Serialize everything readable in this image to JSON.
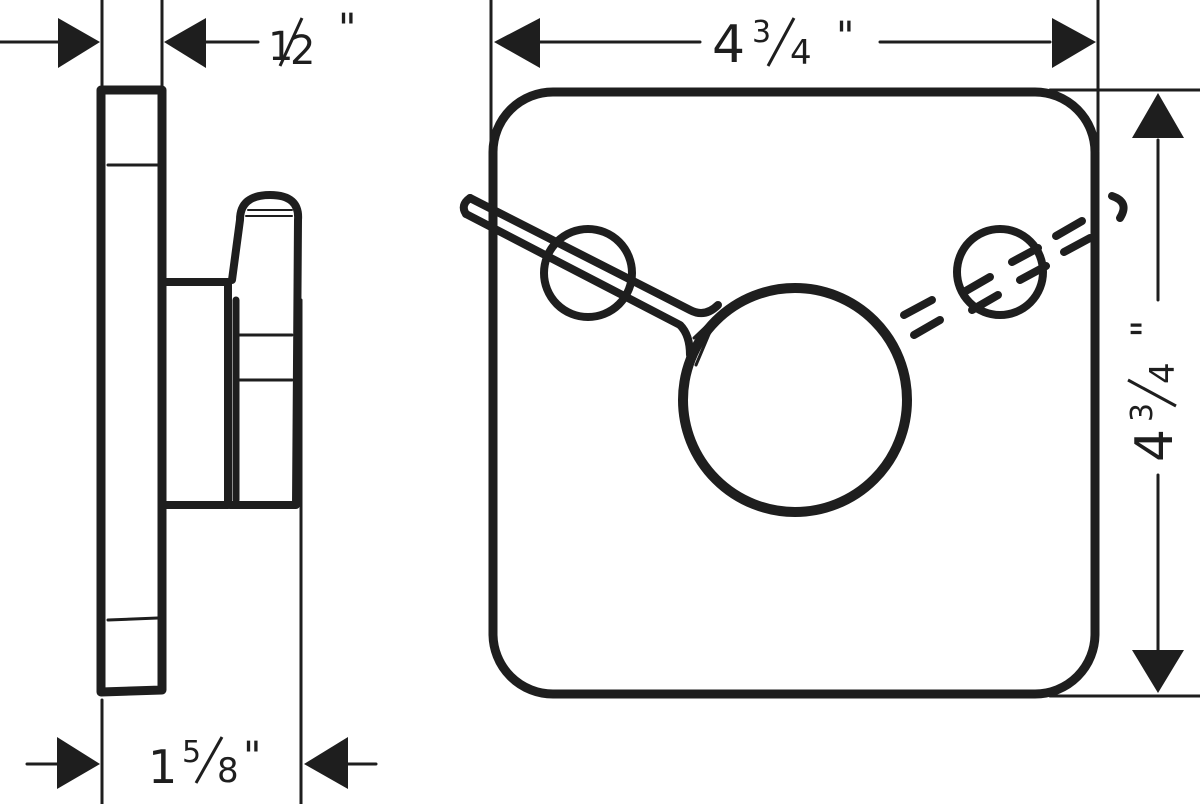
{
  "title": "Trim dimensions drawing",
  "colors": {
    "line": "#1e1e1e",
    "background": "#ffffff"
  },
  "side_view": {
    "top_dimension": {
      "whole": "",
      "fraction_num": "1",
      "fraction_den": "2",
      "unit": "\"",
      "label": "1/2\""
    },
    "bottom_dimension": {
      "whole": "1",
      "fraction_num": "5",
      "fraction_den": "8",
      "unit": "\"",
      "label": "1 5/8\""
    }
  },
  "front_view": {
    "width_dimension": {
      "whole": "4",
      "fraction_num": "3",
      "fraction_den": "4",
      "unit": "\"",
      "label": "4 3/4\""
    },
    "height_dimension": {
      "whole": "4",
      "fraction_num": "3",
      "fraction_den": "4",
      "unit": "\"",
      "label": "4 3/4\""
    }
  }
}
